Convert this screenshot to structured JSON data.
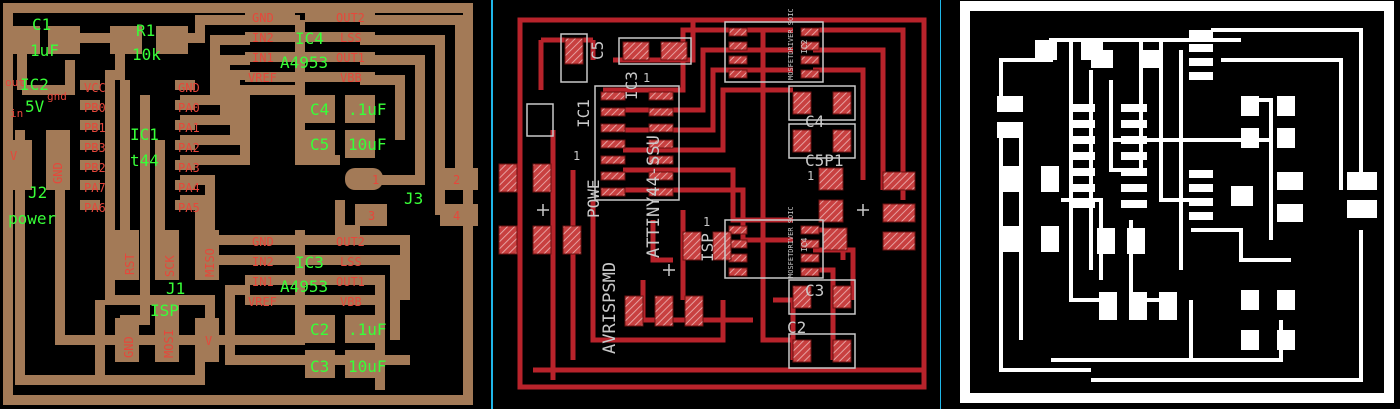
{
  "colors": {
    "copper": "#a37a57",
    "pad_red": "#e6473b",
    "label_green": "#38ff38",
    "trace_red": "#b8232b",
    "silk": "#c9c9c9",
    "separator": "#1fb6e8",
    "mill_white": "#ffffff"
  },
  "copper_panel": {
    "green_labels": {
      "c1": "C1",
      "c1_val": "1uF",
      "r1": "R1",
      "r1_val": "10k",
      "ic2": "IC2",
      "ic2_val": "5V",
      "ic1": "IC1",
      "ic1_val": "t44",
      "j2": "J2",
      "j2_val": "power",
      "ic4": "IC4",
      "ic4_val": "A4953",
      "ic3": "IC3",
      "ic3_val": "A4953",
      "j1": "J1",
      "j1_val": "ISP",
      "j3": "J3",
      "c4": "C4",
      "c4_val": ".1uF",
      "c5": "C5",
      "c5_val": "10uF",
      "c2": "C2",
      "c2_val": ".1uF",
      "c3": "C3",
      "c3_val": "10uF"
    },
    "red_labels": {
      "vcc": "VCC",
      "pb0": "PB0",
      "pb1": "PB1",
      "pb3": "PB3",
      "pb2": "PB2",
      "pa7": "PA7",
      "pa6": "PA6",
      "gnd_a": "GND",
      "pa0": "PA0",
      "pa1": "PA1",
      "pa2": "PA2",
      "pa3": "PA3",
      "pa4": "PA4",
      "pa5": "PA5",
      "ic4_gnd": "GND",
      "ic4_in2": "IN2",
      "ic4_in1": "IN1",
      "ic4_vref": "VREF",
      "ic4_out2": "OUT2",
      "ic4_lss": "LSS",
      "ic4_out1": "OUT1",
      "ic4_vbb": "VBB",
      "ic3_gnd": "GND",
      "ic3_in2": "IN2",
      "ic3_in1": "IN1",
      "ic3_vref": "VREF",
      "ic3_out2": "OUT2",
      "ic3_lss": "LSS",
      "ic3_out1": "OUT1",
      "ic3_vbb": "VBB",
      "rst": "RST",
      "sck": "SCK",
      "miso": "MISO",
      "mosi": "MOSI",
      "gnd_v": "GND",
      "gnd_isp": "GND",
      "v_isp": "V",
      "v_j2": "V",
      "ic2_out": "out",
      "ic2_gnd": "gnd",
      "ic2_in": "in",
      "j3_1": "1",
      "j3_2": "2",
      "j3_3": "3",
      "j3_4": "4"
    }
  },
  "layout_panel": {
    "labels": {
      "c5": "C5",
      "ic1": "IC1",
      "ic3": "IC3",
      "attiny": "ATTINY44-SSU",
      "powe": "POWE",
      "avrisp": "AVRISPSMD",
      "isp": "ISP",
      "c4": "C4",
      "c3": "C3",
      "c2": "C2",
      "c5p1": "C5P1",
      "one_a": "1",
      "one_b": "1",
      "one_c": "1",
      "one_d": "1",
      "mosfet_top": "MOSFETDRIVER SOIC",
      "mosfet_bot": "MOSFETDRIVER SOIC",
      "ic2_top": "IC2",
      "ic4_top": "IC4"
    }
  },
  "mill_panel": {}
}
